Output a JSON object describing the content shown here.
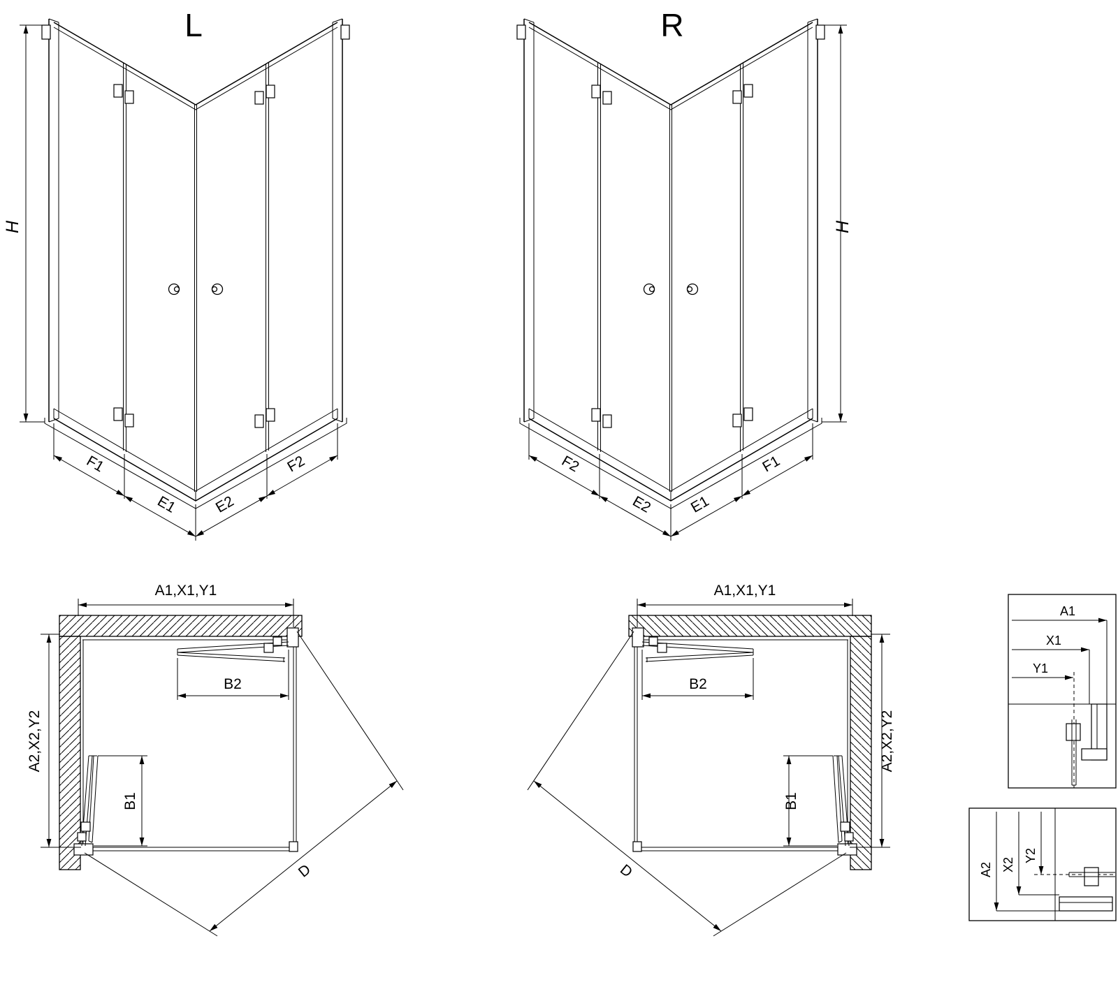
{
  "drawing": {
    "view_l": {
      "title": "L",
      "height": "H",
      "f1": "F1",
      "e1": "E1",
      "e2": "E2",
      "f2": "F2"
    },
    "view_r": {
      "title": "R",
      "height": "H",
      "f1": "F1",
      "e1": "E1",
      "e2": "E2",
      "f2": "F2"
    },
    "plan_l": {
      "width_top": "A1,X1,Y1",
      "width_side": "A2,X2,Y2",
      "b1": "B1",
      "b2": "B2",
      "diagonal": "D"
    },
    "plan_r": {
      "width_top": "A1,X1,Y1",
      "width_side": "A2,X2,Y2",
      "b1": "B1",
      "b2": "B2",
      "diagonal": "D"
    },
    "detail_top": {
      "a1": "A1",
      "x1": "X1",
      "y1": "Y1"
    },
    "detail_bottom": {
      "a2": "A2",
      "x2": "X2",
      "y2": "Y2"
    },
    "colors": {
      "line": "#000000",
      "background": "#ffffff"
    }
  }
}
